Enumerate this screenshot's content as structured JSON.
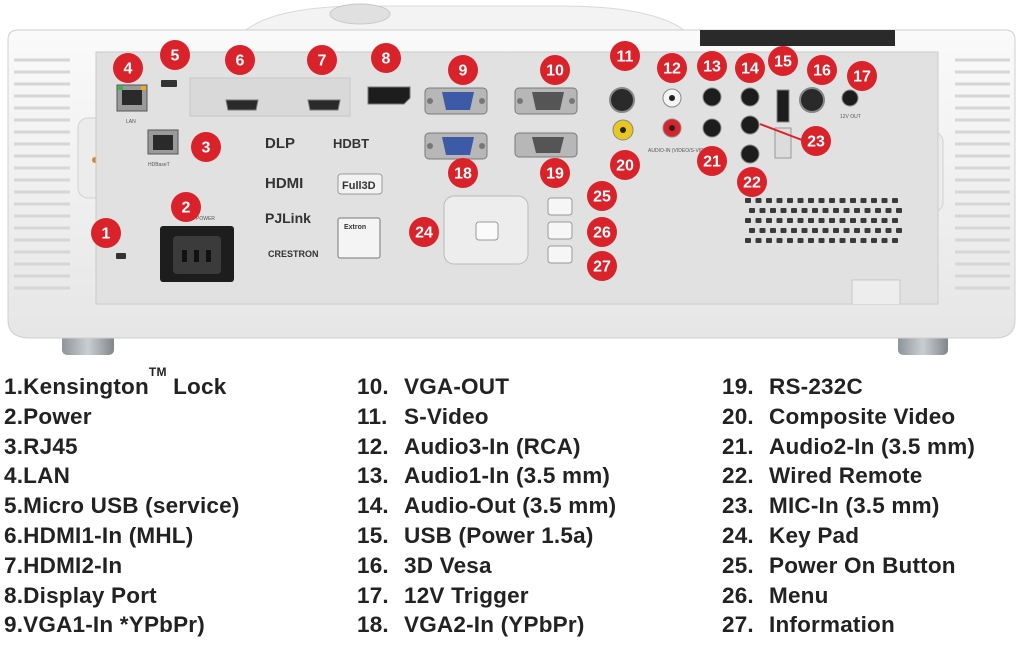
{
  "projector": {
    "port_labels": {
      "lan": "LAN",
      "hdbaset": "HDBaseT",
      "power": "POWER",
      "audio_in_video": "AUDIO-IN (VIDEO/S-VIDEO)",
      "out_12v": "12V OUT"
    },
    "logos": {
      "dlp": "DLP",
      "hdbt": "HDBT",
      "hdmi": "HDMI",
      "full3d": "Full3D",
      "pjlink": "PJLink",
      "crestron": "CRESTRON",
      "extron": "Extron"
    },
    "badges": [
      {
        "n": "1"
      },
      {
        "n": "2"
      },
      {
        "n": "3"
      },
      {
        "n": "4"
      },
      {
        "n": "5"
      },
      {
        "n": "6"
      },
      {
        "n": "7"
      },
      {
        "n": "8"
      },
      {
        "n": "9"
      },
      {
        "n": "10"
      },
      {
        "n": "11"
      },
      {
        "n": "12"
      },
      {
        "n": "13"
      },
      {
        "n": "14"
      },
      {
        "n": "15"
      },
      {
        "n": "16"
      },
      {
        "n": "17"
      },
      {
        "n": "18"
      },
      {
        "n": "19"
      },
      {
        "n": "20"
      },
      {
        "n": "21"
      },
      {
        "n": "22"
      },
      {
        "n": "23"
      },
      {
        "n": "24"
      },
      {
        "n": "25"
      },
      {
        "n": "26"
      },
      {
        "n": "27"
      }
    ],
    "badge_color": "#d9222a",
    "body_color": "#f1f1f1",
    "panel_color": "#e3e3e3"
  },
  "legend": {
    "columns": [
      [
        {
          "num": "1.",
          "text": "Kensington",
          "sup": "TM",
          "rest": " Lock"
        },
        {
          "num": "2.",
          "text": "Power"
        },
        {
          "num": "3.",
          "text": "RJ45"
        },
        {
          "num": "4.",
          "text": "LAN"
        },
        {
          "num": "5.",
          "text": "Micro USB (service)"
        },
        {
          "num": "6.",
          "text": "HDMI1-In (MHL)"
        },
        {
          "num": "7.",
          "text": "HDMI2-In"
        },
        {
          "num": "8.",
          "text": "Display Port"
        },
        {
          "num": "9.",
          "text": "VGA1-In *YPbPr)"
        }
      ],
      [
        {
          "num": "10.",
          "text": "VGA-OUT"
        },
        {
          "num": "11.",
          "text": "S-Video"
        },
        {
          "num": "12.",
          "text": "Audio3-In (RCA)"
        },
        {
          "num": "13.",
          "text": "Audio1-In (3.5 mm)"
        },
        {
          "num": "14.",
          "text": "Audio-Out (3.5 mm)"
        },
        {
          "num": "15.",
          "text": "USB (Power 1.5a)"
        },
        {
          "num": "16.",
          "text": "3D Vesa"
        },
        {
          "num": "17.",
          "text": "12V Trigger"
        },
        {
          "num": "18.",
          "text": "VGA2-In (YPbPr)"
        }
      ],
      [
        {
          "num": "19.",
          "text": "RS-232C"
        },
        {
          "num": "20.",
          "text": "Composite Video"
        },
        {
          "num": "21.",
          "text": "Audio2-In (3.5 mm)"
        },
        {
          "num": "22.",
          "text": "Wired Remote"
        },
        {
          "num": "23.",
          "text": "MIC-In (3.5 mm)"
        },
        {
          "num": "24.",
          "text": "Key Pad"
        },
        {
          "num": "25.",
          "text": "Power On Button"
        },
        {
          "num": "26.",
          "text": "Menu"
        },
        {
          "num": "27.",
          "text": "Information"
        }
      ]
    ]
  }
}
